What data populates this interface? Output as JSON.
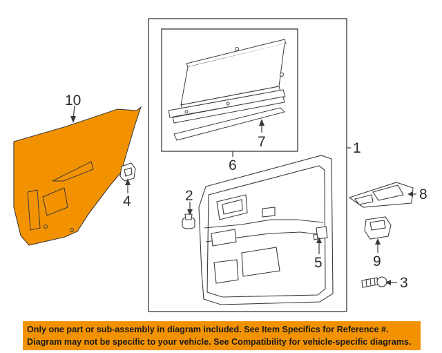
{
  "callouts": {
    "c1": "1",
    "c2": "2",
    "c3": "3",
    "c4": "4",
    "c5": "5",
    "c6": "6",
    "c7": "7",
    "c8": "8",
    "c9": "9",
    "c10": "10"
  },
  "colors": {
    "highlight": "#f39200",
    "line": "#3a3a3a",
    "part_fill": "#ffffff",
    "banner_bg": "#f39200"
  },
  "banner": {
    "line1": "Only one part or sub-assembly in diagram included. See Item Specifics for Reference #.",
    "line2": "Diagram may not be specific to your vehicle. See Compatibility for vehicle-specific diagrams."
  }
}
